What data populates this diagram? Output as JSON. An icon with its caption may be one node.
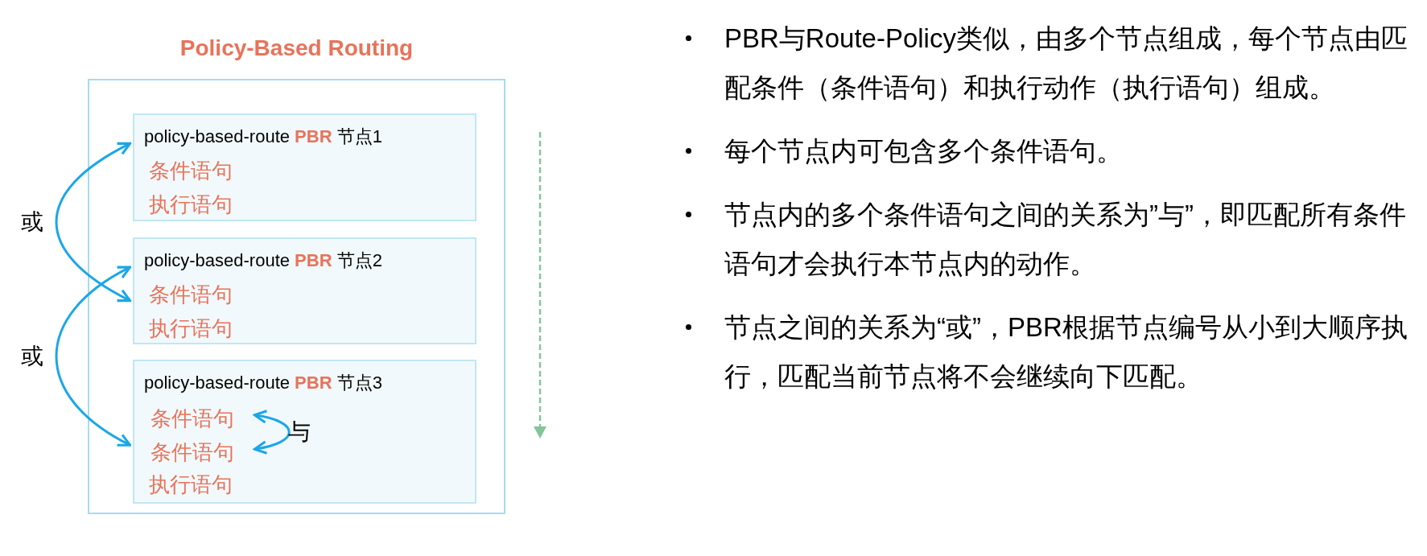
{
  "diagram": {
    "nodes": [
      {
        "text": [
          "Policy-Based Routing"
        ]
      },
      {
        "text": [
          "policy-based-route **PBR** 节点1",
          "条件语句",
          "执行语句"
        ],
        "in": 0
      },
      {
        "text": [
          "policy-based-route **PBR** 节点2",
          "条件语句",
          "执行语句"
        ],
        "in": 0
      },
      {
        "text": [
          "policy-based-route **PBR** 节点3",
          "执行语句"
        ],
        "in": 0
      },
      {
        "text": [
          "条件语句"
        ],
        "in": 3
      },
      {
        "text": [
          "条件语句"
        ],
        "in": 3
      }
    ],
    "edges": [
      {
        "from": 1,
        "to": 2,
        "arrow": "both",
        "label": "或"
      },
      {
        "from": 2,
        "to": 3,
        "arrow": "both",
        "label": "或"
      },
      {
        "from": 4,
        "to": 5,
        "arrow": "both",
        "label": "与"
      }
    ],
    "labels": [
      "PBR与Route-Policy类似，由多个节点组成，每个节点由匹配条件（条件语句）和执行动作（执行语句）组成。",
      "每个节点内可包含多个条件语句。",
      "节点内的多个条件语句之间的关系为”与”，即匹配所有条件语句才会执行本节点内的动作。",
      "节点之间的关系为“或”，PBR根据节点编号从小到大顺序执行，匹配当前节点将不会继续向下匹配。"
    ]
  }
}
